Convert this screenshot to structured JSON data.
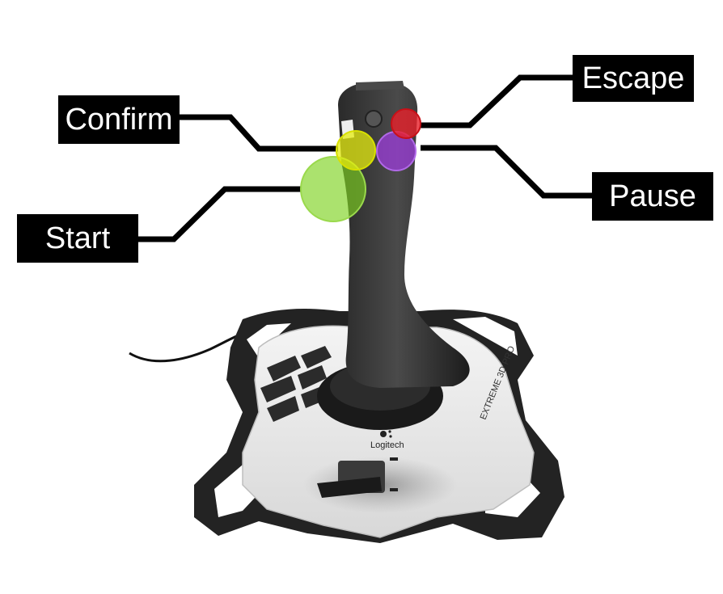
{
  "labels": {
    "escape": "Escape",
    "confirm": "Confirm",
    "pause": "Pause",
    "start": "Start"
  },
  "device": {
    "logo_text": "Logitech",
    "model_text": "EXTREME 3D PRO"
  },
  "colors": {
    "escape": "#e8202a",
    "confirm": "#e6ec10",
    "pause": "#a23ce6",
    "start": "#7ed321",
    "label_background": "#000000",
    "label_text": "#ffffff"
  }
}
